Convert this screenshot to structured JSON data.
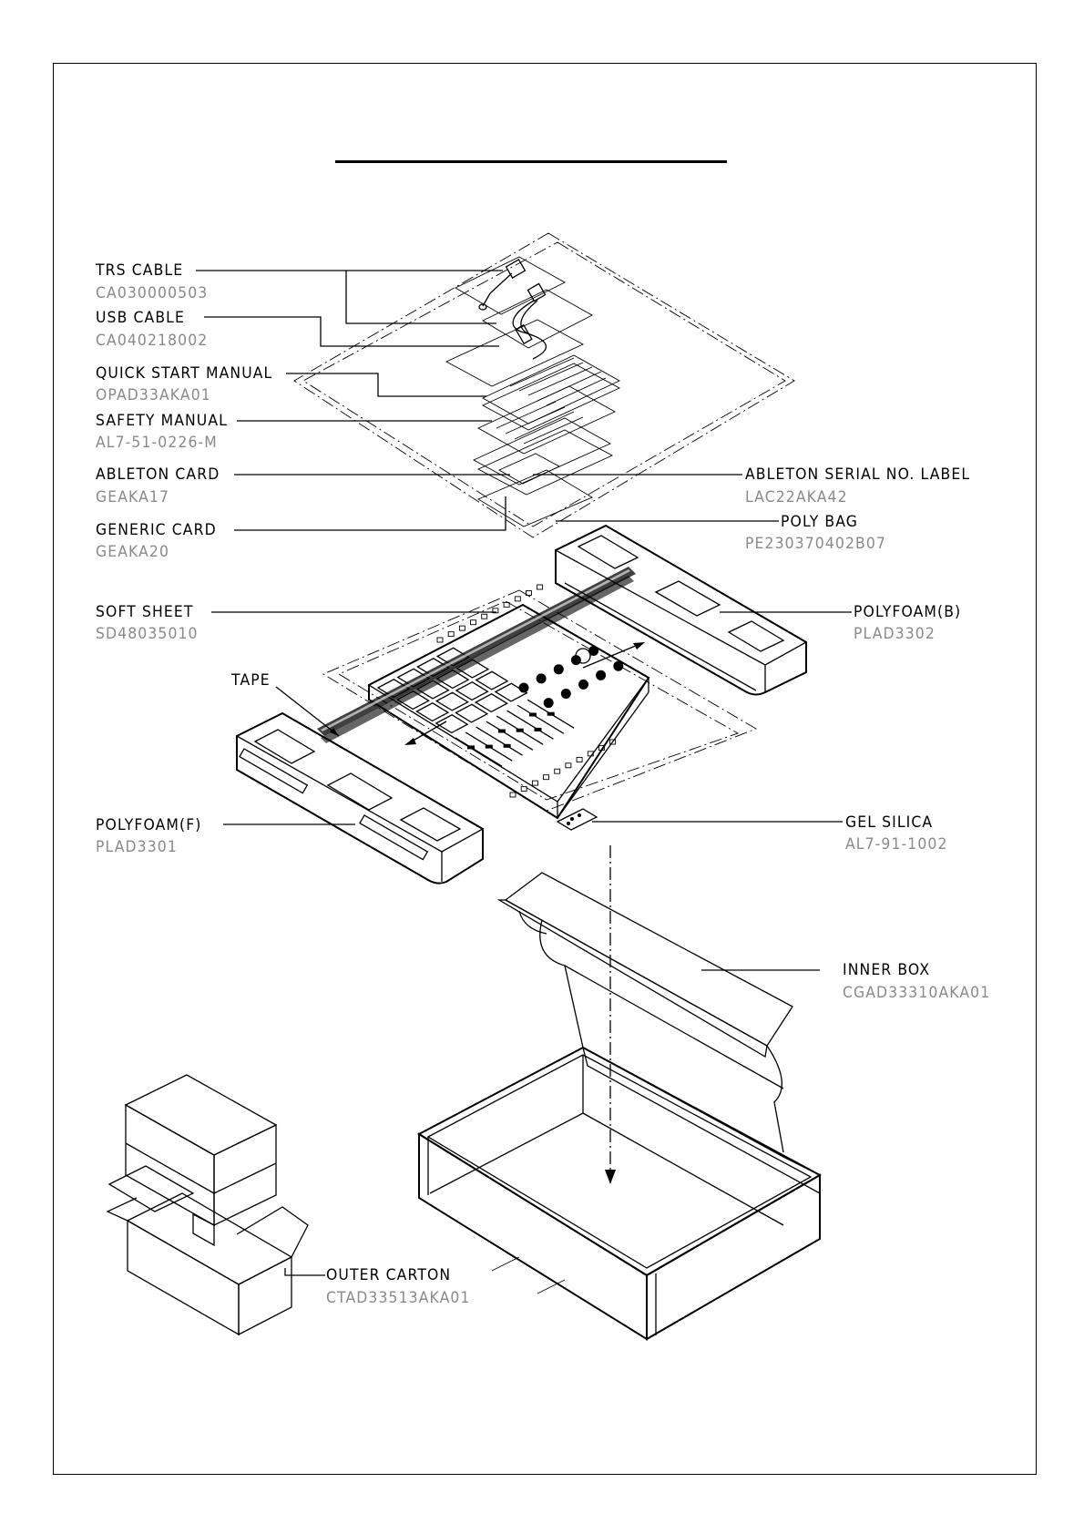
{
  "callouts": [
    {
      "id": "trs-cable",
      "name": "TRS CABLE",
      "part": "CA030000503"
    },
    {
      "id": "usb-cable",
      "name": "USB CABLE",
      "part": "CA040218002"
    },
    {
      "id": "quick-start-manual",
      "name": "QUICK START MANUAL",
      "part": "OPAD33AKA01"
    },
    {
      "id": "safety-manual",
      "name": "SAFETY MANUAL",
      "part": "AL7-51-0226-M"
    },
    {
      "id": "ableton-card",
      "name": "ABLETON CARD",
      "part": "GEAKA17"
    },
    {
      "id": "generic-card",
      "name": "GENERIC CARD",
      "part": "GEAKA20"
    },
    {
      "id": "serial-label",
      "name": "ABLETON SERIAL NO. LABEL",
      "part": "LAC22AKA42"
    },
    {
      "id": "poly-bag",
      "name": "POLY BAG",
      "part": "PE230370402B07"
    },
    {
      "id": "soft-sheet",
      "name": "SOFT SHEET",
      "part": "SD48035010"
    },
    {
      "id": "polyfoam-b",
      "name": "POLYFOAM(B)",
      "part": "PLAD3302"
    },
    {
      "id": "tape",
      "name": "TAPE",
      "part": ""
    },
    {
      "id": "polyfoam-f",
      "name": "POLYFOAM(F)",
      "part": "PLAD3301"
    },
    {
      "id": "gel-silica",
      "name": "GEL SILICA",
      "part": "AL7-91-1002"
    },
    {
      "id": "inner-box",
      "name": "INNER BOX",
      "part": "CGAD33310AKA01"
    },
    {
      "id": "outer-carton",
      "name": "OUTER CARTON",
      "part": "CTAD33513AKA01"
    }
  ],
  "colors": {
    "line": "#000000",
    "part_number_text": "#8a8a8a",
    "background": "#ffffff"
  }
}
